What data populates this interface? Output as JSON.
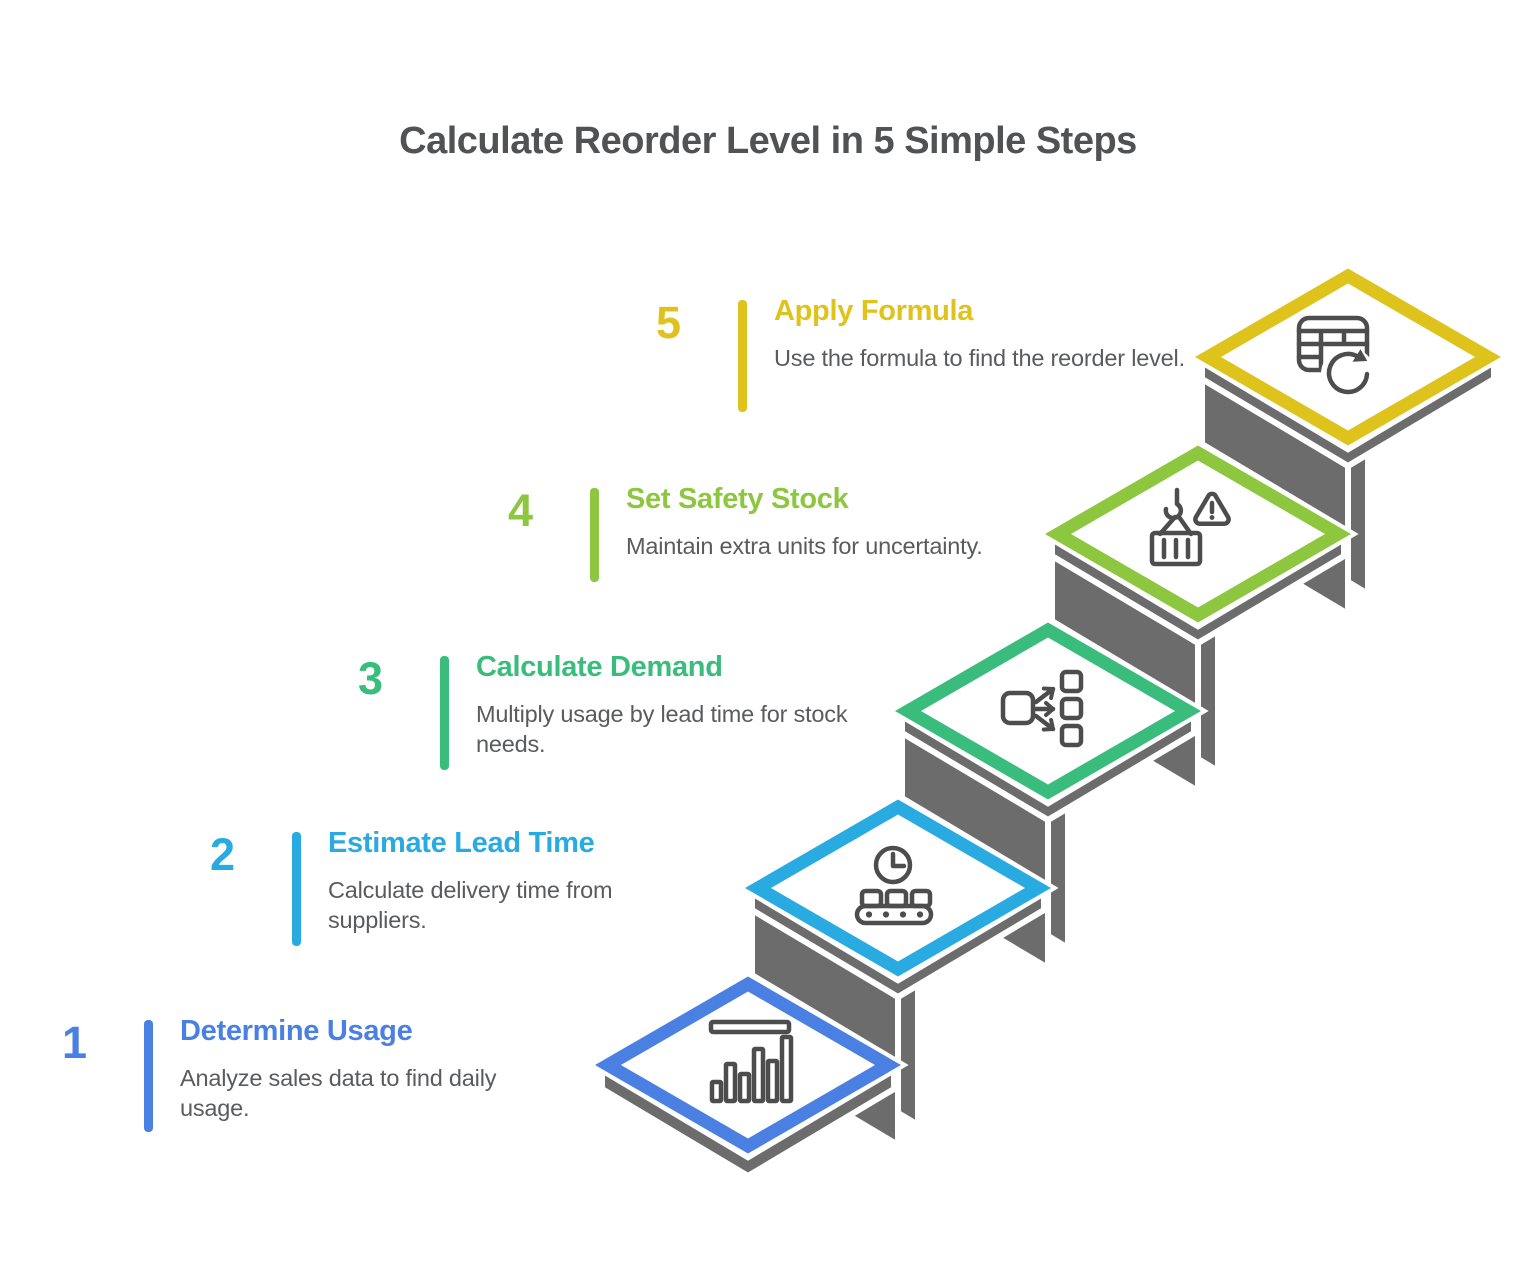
{
  "title": "Calculate Reorder Level in 5 Simple Steps",
  "steps": [
    {
      "number": "1",
      "label": "Determine Usage",
      "description": "Analyze sales data to find daily usage.",
      "color": "#4a80e2",
      "icon": "bar-chart-icon"
    },
    {
      "number": "2",
      "label": "Estimate Lead Time",
      "description": "Calculate delivery time from suppliers.",
      "color": "#29abe2",
      "icon": "conveyor-clock-icon"
    },
    {
      "number": "3",
      "label": "Calculate Demand",
      "description": "Multiply usage by lead time for stock needs.",
      "color": "#3abc7c",
      "icon": "distribution-icon"
    },
    {
      "number": "4",
      "label": "Set Safety Stock",
      "description": "Maintain extra units for uncertainty.",
      "color": "#8dc63f",
      "icon": "crane-container-warning-icon"
    },
    {
      "number": "5",
      "label": "Apply Formula",
      "description": "Use the formula to find the reorder level.",
      "color": "#dfc31d",
      "icon": "table-refresh-icon"
    }
  ],
  "colors": {
    "step_1": "#4a80e2",
    "step_2": "#29abe2",
    "step_3": "#3abc7c",
    "step_4": "#8dc63f",
    "step_5": "#dfc31d",
    "staircase_gray": "#6c6c6c",
    "icon_stroke": "#4d4d4d",
    "title_text": "#515254",
    "description_text": "#5a5b5d",
    "background": "#ffffff"
  }
}
